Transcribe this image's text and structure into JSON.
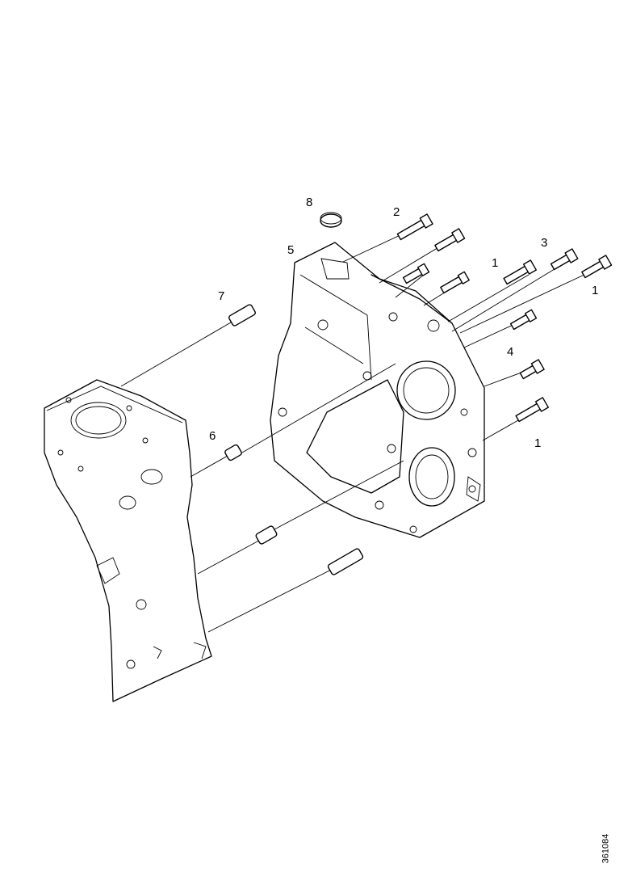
{
  "callouts": [
    {
      "id": "c1a",
      "label": "1"
    },
    {
      "id": "c1b",
      "label": "1"
    },
    {
      "id": "c1c",
      "label": "1"
    },
    {
      "id": "c2",
      "label": "2"
    },
    {
      "id": "c3",
      "label": "3"
    },
    {
      "id": "c4",
      "label": "4"
    },
    {
      "id": "c5",
      "label": "5"
    },
    {
      "id": "c6",
      "label": "6"
    },
    {
      "id": "c7",
      "label": "7"
    },
    {
      "id": "c8",
      "label": "8"
    }
  ],
  "figure_code": "361084"
}
